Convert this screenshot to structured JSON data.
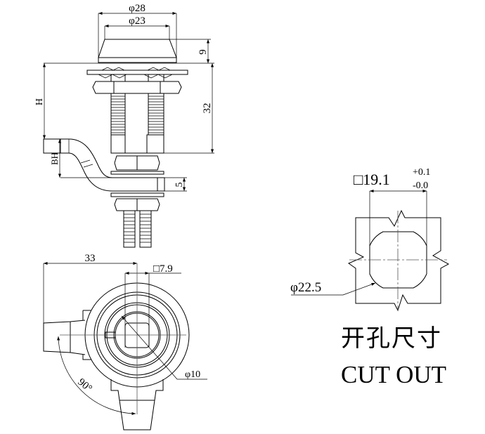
{
  "side_view": {
    "dim_outer_diameter": "φ28",
    "dim_inner_diameter": "φ23",
    "dim_cap_height": "9",
    "dim_body_length": "32",
    "dim_h": "H",
    "dim_bh": "BH",
    "dim_cam_thickness": "5"
  },
  "front_view": {
    "dim_cam_length": "33",
    "dim_square": "□7.9",
    "dim_shaft_diameter": "φ10",
    "dim_rotation_angle": "90°"
  },
  "cutout": {
    "dim_square": "□19.1",
    "tol_upper": "+0.1",
    "tol_lower": "-0.0",
    "dim_diameter": "φ22.5",
    "title_cn": "开孔尺寸",
    "title_en": "CUT OUT"
  },
  "colors": {
    "line": "#000000",
    "background": "#ffffff"
  }
}
